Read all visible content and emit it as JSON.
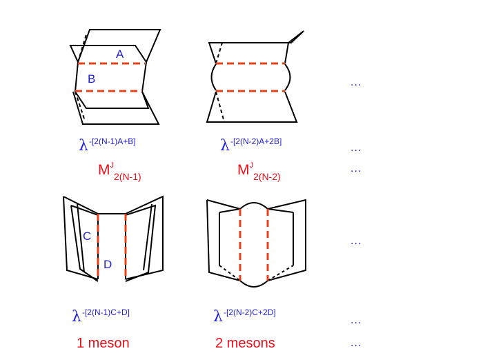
{
  "diagrams": {
    "top_left": {
      "region_labels": [
        "A",
        "B"
      ]
    },
    "bottom_left": {
      "region_labels": [
        "C",
        "D"
      ]
    }
  },
  "weights": {
    "row1_col1": {
      "base": "λ",
      "exponent": "-[2(N-1)A+B]"
    },
    "row1_col2": {
      "base": "λ",
      "exponent": "-[2(N-2)A+2B]"
    },
    "row2_col1": {
      "base": "λ",
      "exponent": "-[2(N-1)C+D]"
    },
    "row2_col2": {
      "base": "λ",
      "exponent": "-[2(N-2)C+2D]"
    }
  },
  "operators": {
    "col1": {
      "base": "M",
      "sup": "J",
      "sub": "2(N-1)"
    },
    "col2": {
      "base": "M",
      "sup": "J",
      "sub": "2(N-2)"
    }
  },
  "meson_labels": {
    "col1": "1 meson",
    "col2": "2 mesons"
  },
  "ellipsis": "...",
  "colors": {
    "lines": "#000000",
    "dashed_cuts": "#e8401a",
    "labels_blue": "#1f1fd6",
    "labels_red": "#e8101a"
  }
}
